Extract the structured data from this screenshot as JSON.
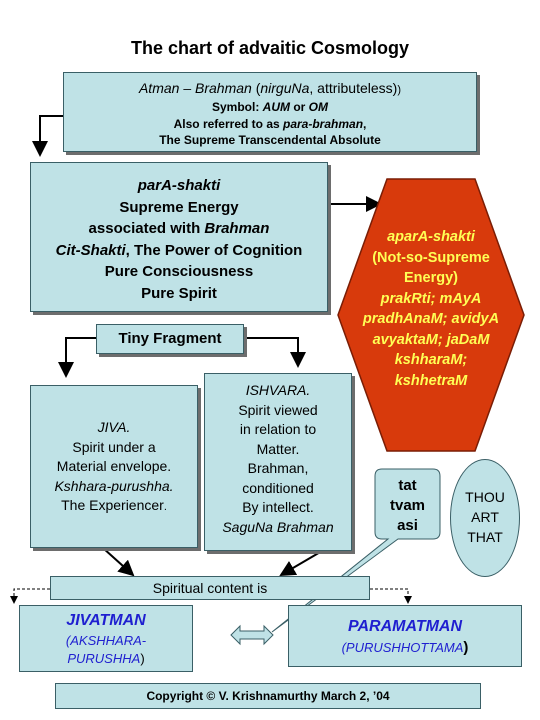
{
  "title": "The chart of advaitic Cosmology",
  "atman_box": {
    "line1_a": "Atman – Brahman",
    "line1_b": " (",
    "line1_c": "nirguNa",
    "line1_d": ", attributeless)",
    "line1_e": ")",
    "line2_a": "Symbol: ",
    "line2_b": "AUM",
    "line2_c": " or ",
    "line2_d": "OM",
    "line3_a": "Also referred to as ",
    "line3_b": "para-brahman",
    "line3_c": ",",
    "line4": "The Supreme Transcendental Absolute"
  },
  "para_box": {
    "line1": "parA-shakti",
    "line2": "Supreme Energy",
    "line3_a": "associated with ",
    "line3_b": "Brahman",
    "line4_a": "Cit-Shakti",
    "line4_b": ", The Power of Cognition",
    "line5": "Pure Consciousness",
    "line6": "Pure Spirit"
  },
  "apara_hex": {
    "lines": [
      "aparA-shakti",
      "(Not-so-Supreme",
      "Energy)",
      "prakRti; mAyA",
      "pradhAnaM; avidyA",
      "avyaktaM; jaDaM",
      "kshharaM;",
      "kshhetraM"
    ]
  },
  "fragment_box": {
    "label": "Tiny Fragment"
  },
  "jiva_box": {
    "line1": "JIVA.",
    "line2": "Spirit under a",
    "line3": "Material envelope.",
    "line4": "Kshhara-purushha.",
    "line5_a": "The Experiencer",
    "line5_b": "."
  },
  "ishvara_box": {
    "line1": "ISHVARA.",
    "line2": "Spirit viewed",
    "line3": "in relation to",
    "line4": "Matter.",
    "line5": "Brahman,",
    "line6": "conditioned",
    "line7": "By intellect.",
    "line8": "SaguNa Brahman"
  },
  "callout": {
    "lines": [
      "tat",
      "tvam",
      "asi"
    ]
  },
  "thou_oval": {
    "lines": [
      "THOU",
      "ART",
      "THAT"
    ]
  },
  "spiritual_box": {
    "label": "Spiritual content is"
  },
  "jivatman_box": {
    "line1": "JIVATMAN",
    "line2": "(AKSHHARA-",
    "line3_a": "PURUSHHA",
    "line3_b": ")"
  },
  "paramatman_box": {
    "line1": "PARAMATMAN",
    "line2_a": "(PURUSHHOTTAMA",
    "line2_b": ")"
  },
  "copyright": {
    "label": "Copyright © V. Krishnamurthy  March 2, ’04"
  },
  "colors": {
    "box_fill": "#bfe2e6",
    "hexagon_fill": "#d83a0c",
    "hexagon_text": "#ffff55",
    "blue_text": "#1f1fd0"
  }
}
